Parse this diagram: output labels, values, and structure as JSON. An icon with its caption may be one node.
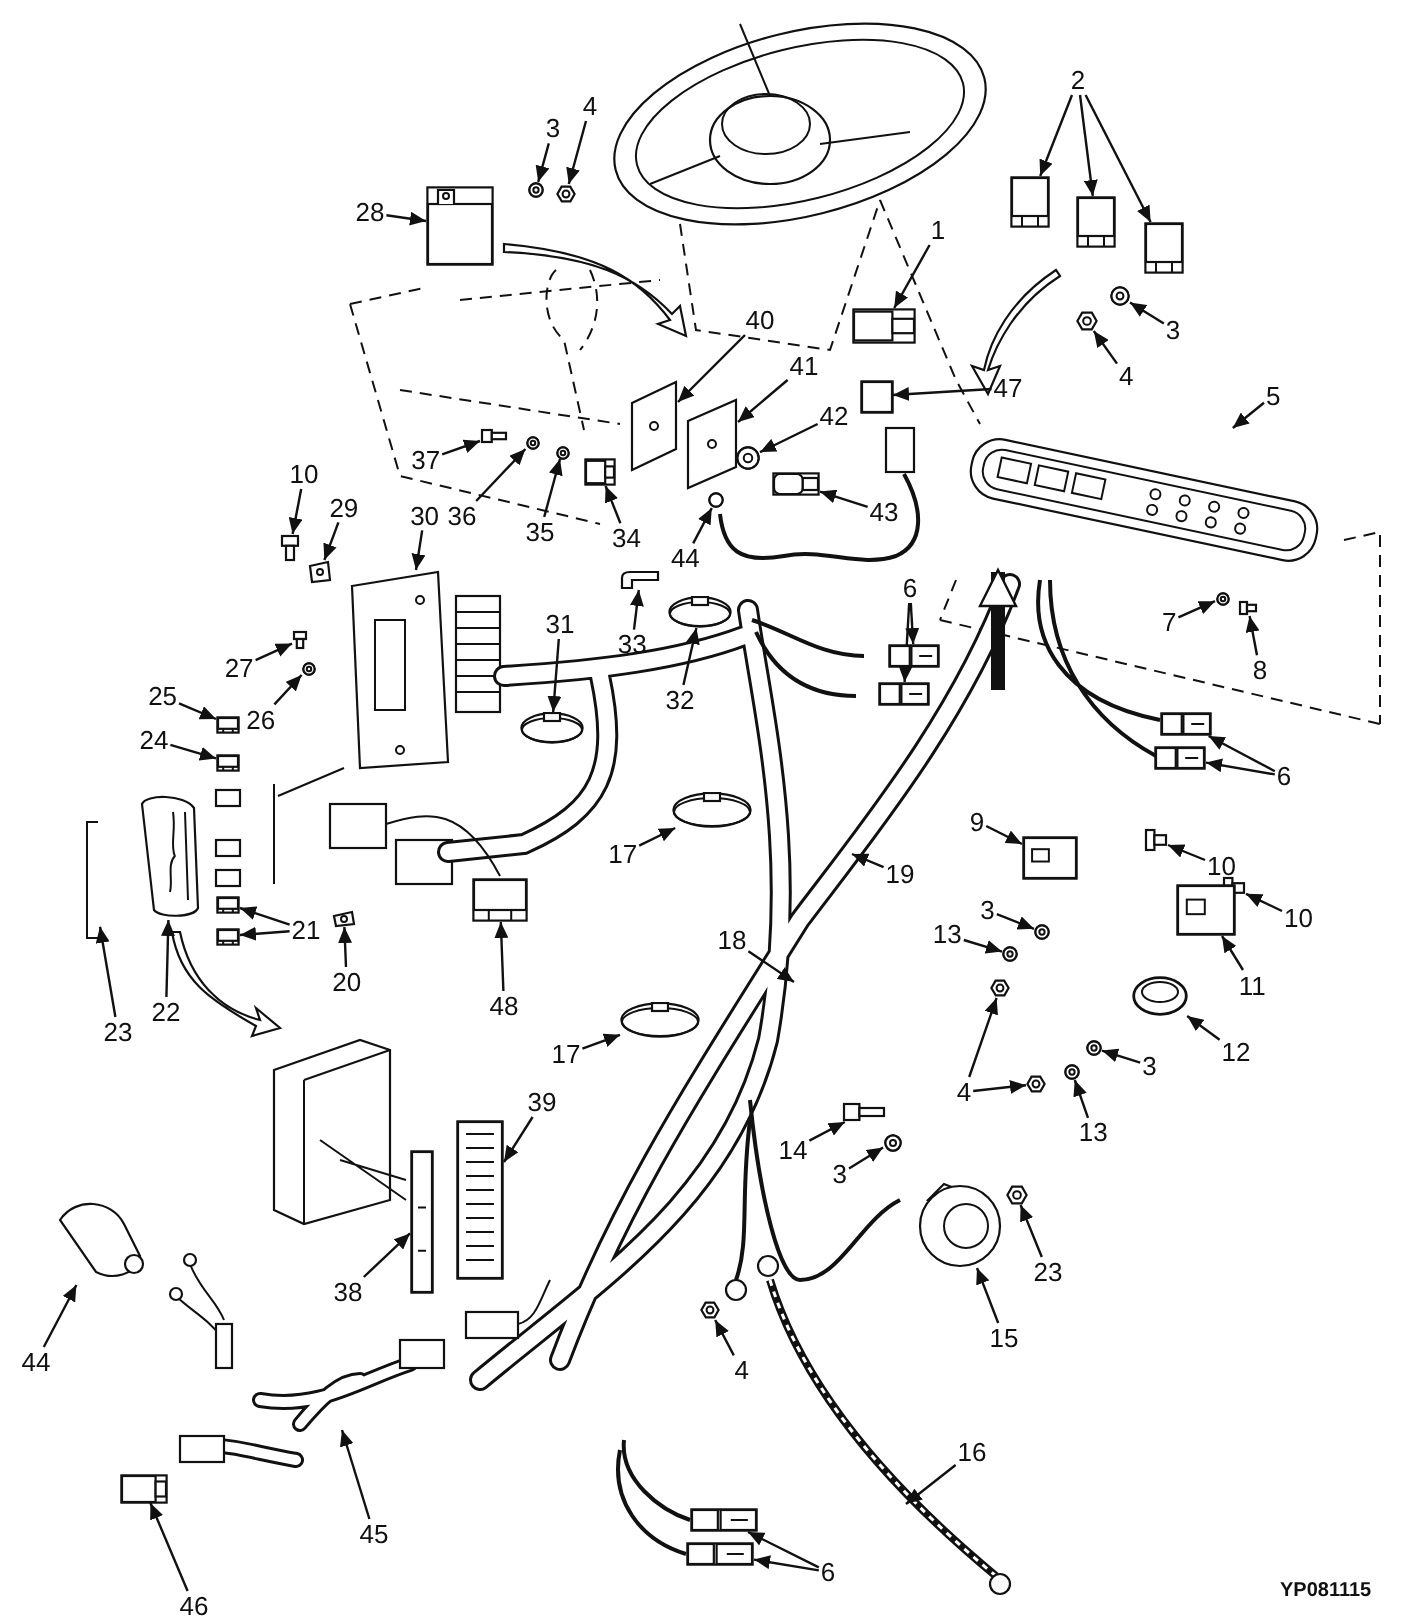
{
  "diagram": {
    "nodes": [
      {
        "text": [
          "2"
        ]
      },
      {
        "text": [
          "4"
        ]
      },
      {
        "text": [
          "3"
        ]
      },
      {
        "text": [
          "28"
        ]
      },
      {
        "text": [
          "1"
        ]
      },
      {
        "text": [
          "3"
        ]
      },
      {
        "text": [
          "40"
        ]
      },
      {
        "text": [
          "4"
        ]
      },
      {
        "text": [
          "41"
        ]
      },
      {
        "text": [
          "47"
        ]
      },
      {
        "text": [
          "42"
        ]
      },
      {
        "text": [
          "5"
        ]
      },
      {
        "text": [
          "37"
        ]
      },
      {
        "text": [
          "10"
        ]
      },
      {
        "text": [
          "43"
        ]
      },
      {
        "text": [
          "36"
        ]
      },
      {
        "text": [
          "29"
        ]
      },
      {
        "text": [
          "35"
        ]
      },
      {
        "text": [
          "34"
        ]
      },
      {
        "text": [
          "30"
        ]
      },
      {
        "text": [
          "44"
        ]
      },
      {
        "text": [
          "6"
        ]
      },
      {
        "text": [
          "7"
        ]
      },
      {
        "text": [
          "31"
        ]
      },
      {
        "text": [
          "33"
        ]
      },
      {
        "text": [
          "8"
        ]
      },
      {
        "text": [
          "27"
        ]
      },
      {
        "text": [
          "25"
        ]
      },
      {
        "text": [
          "32"
        ]
      },
      {
        "text": [
          "26"
        ]
      },
      {
        "text": [
          "24"
        ]
      },
      {
        "text": [
          "6"
        ]
      },
      {
        "text": [
          "9"
        ]
      },
      {
        "text": [
          "17"
        ]
      },
      {
        "text": [
          "10"
        ]
      },
      {
        "text": [
          "19"
        ]
      },
      {
        "text": [
          "10"
        ]
      },
      {
        "text": [
          "3"
        ]
      },
      {
        "text": [
          "21"
        ]
      },
      {
        "text": [
          "13"
        ]
      },
      {
        "text": [
          "18"
        ]
      },
      {
        "text": [
          "20"
        ]
      },
      {
        "text": [
          "11"
        ]
      },
      {
        "text": [
          "48"
        ]
      },
      {
        "text": [
          "22"
        ]
      },
      {
        "text": [
          "23"
        ]
      },
      {
        "text": [
          "17"
        ]
      },
      {
        "text": [
          "12"
        ]
      },
      {
        "text": [
          "3"
        ]
      },
      {
        "text": [
          "4"
        ]
      },
      {
        "text": [
          "39"
        ]
      },
      {
        "text": [
          "13"
        ]
      },
      {
        "text": [
          "14"
        ]
      },
      {
        "text": [
          "3"
        ]
      },
      {
        "text": [
          "23"
        ]
      },
      {
        "text": [
          "38"
        ]
      },
      {
        "text": [
          "15"
        ]
      },
      {
        "text": [
          "4"
        ]
      },
      {
        "text": [
          "44"
        ]
      },
      {
        "text": [
          "16"
        ]
      },
      {
        "text": [
          "45"
        ]
      },
      {
        "text": [
          "6"
        ]
      },
      {
        "text": [
          "46"
        ]
      },
      {
        "text": [],
        "shape": "box"
      },
      {
        "text": [],
        "shape": "box"
      },
      {
        "text": [],
        "shape": "box"
      },
      {
        "text": [],
        "shape": "picture"
      },
      {
        "text": [],
        "shape": "circle"
      },
      {
        "text": [],
        "shape": "box"
      },
      {
        "text": [],
        "shape": "box"
      },
      {
        "text": [],
        "shape": "circle"
      },
      {
        "text": [],
        "shape": "picture"
      },
      {
        "text": [],
        "shape": "picture"
      },
      {
        "text": [],
        "shape": "picture"
      },
      {
        "text": [],
        "shape": "box"
      },
      {
        "text": [],
        "shape": "circle"
      },
      {
        "text": [],
        "shape": "picture"
      },
      {
        "text": [],
        "shape": "picture"
      },
      {
        "text": [],
        "shape": "picture"
      },
      {
        "text": [],
        "shape": "box"
      },
      {
        "text": [],
        "shape": "circle"
      },
      {
        "text": [],
        "shape": "picture"
      },
      {
        "text": [],
        "shape": "circle"
      },
      {
        "text": [],
        "shape": "box"
      },
      {
        "text": [],
        "shape": "picture"
      },
      {
        "text": [],
        "shape": "circle"
      },
      {
        "text": [],
        "shape": "box"
      },
      {
        "text": [],
        "shape": "box"
      },
      {
        "text": [],
        "shape": "circle"
      },
      {
        "text": [],
        "shape": "circle"
      },
      {
        "text": [],
        "shape": "picture"
      },
      {
        "text": [],
        "shape": "picture"
      },
      {
        "text": [],
        "shape": "picture"
      },
      {
        "text": [],
        "shape": "box"
      },
      {
        "text": [],
        "shape": "circle"
      },
      {
        "text": [],
        "shape": "circle"
      },
      {
        "text": [],
        "shape": "box"
      },
      {
        "text": [],
        "shape": "box"
      },
      {
        "text": [],
        "shape": "box"
      },
      {
        "text": [],
        "shape": "box"
      },
      {
        "text": [],
        "shape": "circle"
      },
      {
        "text": [],
        "shape": "picture"
      },
      {
        "text": [],
        "shape": "picture"
      },
      {
        "text": [],
        "shape": "circle"
      },
      {
        "text": [],
        "shape": "box"
      },
      {
        "text": [],
        "shape": "box"
      },
      {
        "text": [],
        "shape": "circle"
      },
      {
        "text": [],
        "shape": "picture"
      },
      {
        "text": [],
        "shape": "box"
      },
      {
        "text": [],
        "shape": "box"
      },
      {
        "text": [],
        "shape": "picture"
      },
      {
        "text": [],
        "shape": "picture"
      },
      {
        "text": [],
        "shape": "circle"
      },
      {
        "text": [],
        "shape": "circle"
      },
      {
        "text": [],
        "shape": "circle"
      },
      {
        "text": [],
        "shape": "picture"
      },
      {
        "text": [],
        "shape": "picture"
      },
      {
        "text": [],
        "shape": "box"
      },
      {
        "text": [],
        "shape": "circle"
      },
      {
        "text": [],
        "shape": "picture"
      },
      {
        "text": [],
        "shape": "circle"
      },
      {
        "text": [],
        "shape": "picture"
      },
      {
        "text": [],
        "shape": "box"
      },
      {
        "text": [],
        "shape": "picture"
      },
      {
        "text": [],
        "shape": "picture"
      },
      {
        "text": [],
        "shape": "picture"
      },
      {
        "text": [],
        "shape": "box"
      },
      {
        "text": [],
        "shape": "box"
      },
      {
        "text": [],
        "shape": "box"
      }
    ],
    "edges": [
      {
        "from": 0,
        "to": 63,
        "arrow": "to"
      },
      {
        "from": 0,
        "to": 64,
        "arrow": "to"
      },
      {
        "from": 0,
        "to": 65,
        "arrow": "to"
      },
      {
        "from": 1,
        "to": 66,
        "arrow": "to"
      },
      {
        "from": 2,
        "to": 67,
        "arrow": "to"
      },
      {
        "from": 3,
        "to": 68,
        "arrow": "to"
      },
      {
        "from": 4,
        "to": 69,
        "arrow": "to"
      },
      {
        "from": 5,
        "to": 70,
        "arrow": "to"
      },
      {
        "from": 6,
        "to": 71,
        "arrow": "to"
      },
      {
        "from": 7,
        "to": 72,
        "arrow": "to"
      },
      {
        "from": 8,
        "to": 73,
        "arrow": "to"
      },
      {
        "from": 9,
        "to": 74,
        "arrow": "to"
      },
      {
        "from": 10,
        "to": 75,
        "arrow": "to"
      },
      {
        "from": 11,
        "to": 76,
        "arrow": "to"
      },
      {
        "from": 12,
        "to": 77,
        "arrow": "to"
      },
      {
        "from": 13,
        "to": 78,
        "arrow": "to"
      },
      {
        "from": 14,
        "to": 79,
        "arrow": "to"
      },
      {
        "from": 15,
        "to": 80,
        "arrow": "to"
      },
      {
        "from": 16,
        "to": 81,
        "arrow": "to"
      },
      {
        "from": 17,
        "to": 82,
        "arrow": "to"
      },
      {
        "from": 18,
        "to": 83,
        "arrow": "to"
      },
      {
        "from": 19,
        "to": 84,
        "arrow": "to"
      },
      {
        "from": 20,
        "to": 85,
        "arrow": "to"
      },
      {
        "from": 21,
        "to": 86,
        "arrow": "to"
      },
      {
        "from": 21,
        "to": 87,
        "arrow": "to"
      },
      {
        "from": 22,
        "to": 88,
        "arrow": "to"
      },
      {
        "from": 23,
        "to": 89,
        "arrow": "to"
      },
      {
        "from": 24,
        "to": 90,
        "arrow": "to"
      },
      {
        "from": 25,
        "to": 91,
        "arrow": "to"
      },
      {
        "from": 26,
        "to": 92,
        "arrow": "to"
      },
      {
        "from": 27,
        "to": 93,
        "arrow": "to"
      },
      {
        "from": 28,
        "to": 94,
        "arrow": "to"
      },
      {
        "from": 29,
        "to": 95,
        "arrow": "to"
      },
      {
        "from": 30,
        "to": 96,
        "arrow": "to"
      },
      {
        "from": 31,
        "to": 97,
        "arrow": "to"
      },
      {
        "from": 31,
        "to": 98,
        "arrow": "to"
      },
      {
        "from": 32,
        "to": 99,
        "arrow": "to"
      },
      {
        "from": 33,
        "to": 100,
        "arrow": "to"
      },
      {
        "from": 34,
        "to": 101,
        "arrow": "to"
      },
      {
        "from": 35,
        "to": null,
        "arrow": "to"
      },
      {
        "from": 36,
        "to": 102,
        "arrow": "to"
      },
      {
        "from": 37,
        "to": 103,
        "arrow": "to"
      },
      {
        "from": 38,
        "to": 104,
        "arrow": "to"
      },
      {
        "from": 38,
        "to": 105,
        "arrow": "to"
      },
      {
        "from": 39,
        "to": 106,
        "arrow": "to"
      },
      {
        "from": 40,
        "to": null,
        "arrow": "to"
      },
      {
        "from": 41,
        "to": 107,
        "arrow": "to"
      },
      {
        "from": 42,
        "to": 108,
        "arrow": "to"
      },
      {
        "from": 43,
        "to": 109,
        "arrow": "to"
      },
      {
        "from": 44,
        "to": 110,
        "arrow": "to"
      },
      {
        "from": 45,
        "to": 111,
        "arrow": "to"
      },
      {
        "from": 46,
        "to": 112,
        "arrow": "to"
      },
      {
        "from": 47,
        "to": 113,
        "arrow": "to"
      },
      {
        "from": 48,
        "to": 114,
        "arrow": "to"
      },
      {
        "from": 49,
        "to": 115,
        "arrow": "to"
      },
      {
        "from": 49,
        "to": 116,
        "arrow": "to"
      },
      {
        "from": 50,
        "to": 117,
        "arrow": "to"
      },
      {
        "from": 51,
        "to": 118,
        "arrow": "to"
      },
      {
        "from": 52,
        "to": 119,
        "arrow": "to"
      },
      {
        "from": 53,
        "to": 120,
        "arrow": "to"
      },
      {
        "from": 54,
        "to": 121,
        "arrow": "to"
      },
      {
        "from": 55,
        "to": 122,
        "arrow": "to"
      },
      {
        "from": 56,
        "to": 123,
        "arrow": "to"
      },
      {
        "from": 57,
        "to": 124,
        "arrow": "to"
      },
      {
        "from": 58,
        "to": 125,
        "arrow": "to"
      },
      {
        "from": 59,
        "to": null,
        "arrow": "to"
      },
      {
        "from": 60,
        "to": null,
        "arrow": "to"
      },
      {
        "from": 61,
        "to": 126,
        "arrow": "to"
      },
      {
        "from": 61,
        "to": 127,
        "arrow": "to"
      },
      {
        "from": 62,
        "to": 128,
        "arrow": "to"
      },
      {
        "from": null,
        "to": 76,
        "arrow": "to",
        "style": "thick"
      }
    ],
    "labels": [
      "YP081115"
    ]
  }
}
